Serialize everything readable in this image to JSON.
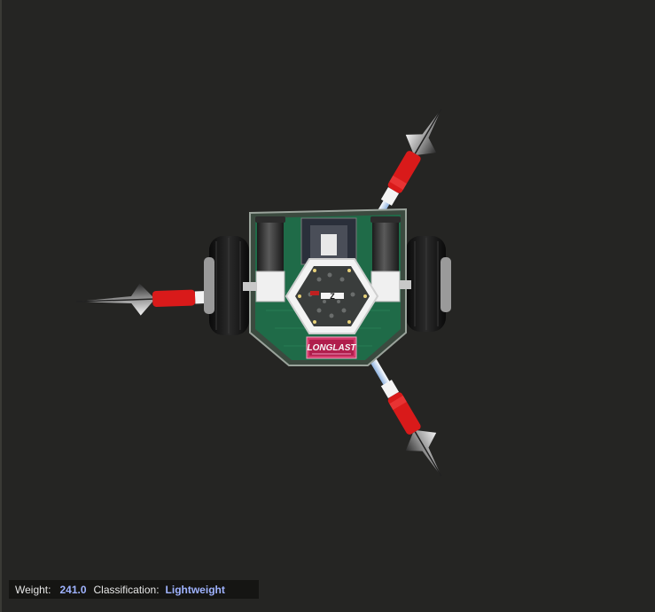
{
  "status": {
    "weight_label": "Weight:",
    "weight_value": "241.0",
    "class_label": "Classification:",
    "class_value": "Lightweight"
  },
  "robot": {
    "logo_text": "LONGLAST",
    "hub_label": "Z"
  },
  "colors": {
    "background": "#252523",
    "chassis": "#1f6b48",
    "spear_red": "#d91a1a",
    "value_text": "#9fb3ff"
  }
}
